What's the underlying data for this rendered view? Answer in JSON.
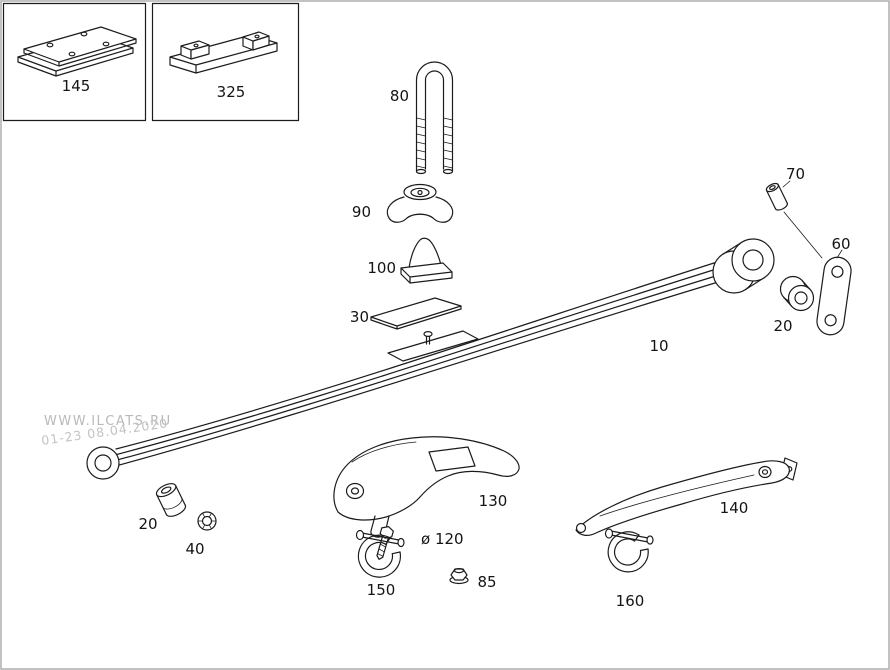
{
  "watermark": {
    "line1": "WWW.ILCATS.RU",
    "line2": "01-23 08.04.2020"
  },
  "labels": {
    "p145": "145",
    "p325": "325",
    "p80": "80",
    "p90": "90",
    "p100": "100",
    "p30": "30",
    "p10": "10",
    "p70": "70",
    "p60": "60",
    "p20_right": "20",
    "p20_left": "20",
    "p40": "40",
    "p130": "130",
    "p120": "ø 120",
    "p150": "150",
    "p85": "85",
    "p140": "140",
    "p160": "160"
  },
  "colors": {
    "background": "#ffffff",
    "line": "#1c1c1c",
    "watermark": "#b9b9b9",
    "border": "#adadad"
  }
}
